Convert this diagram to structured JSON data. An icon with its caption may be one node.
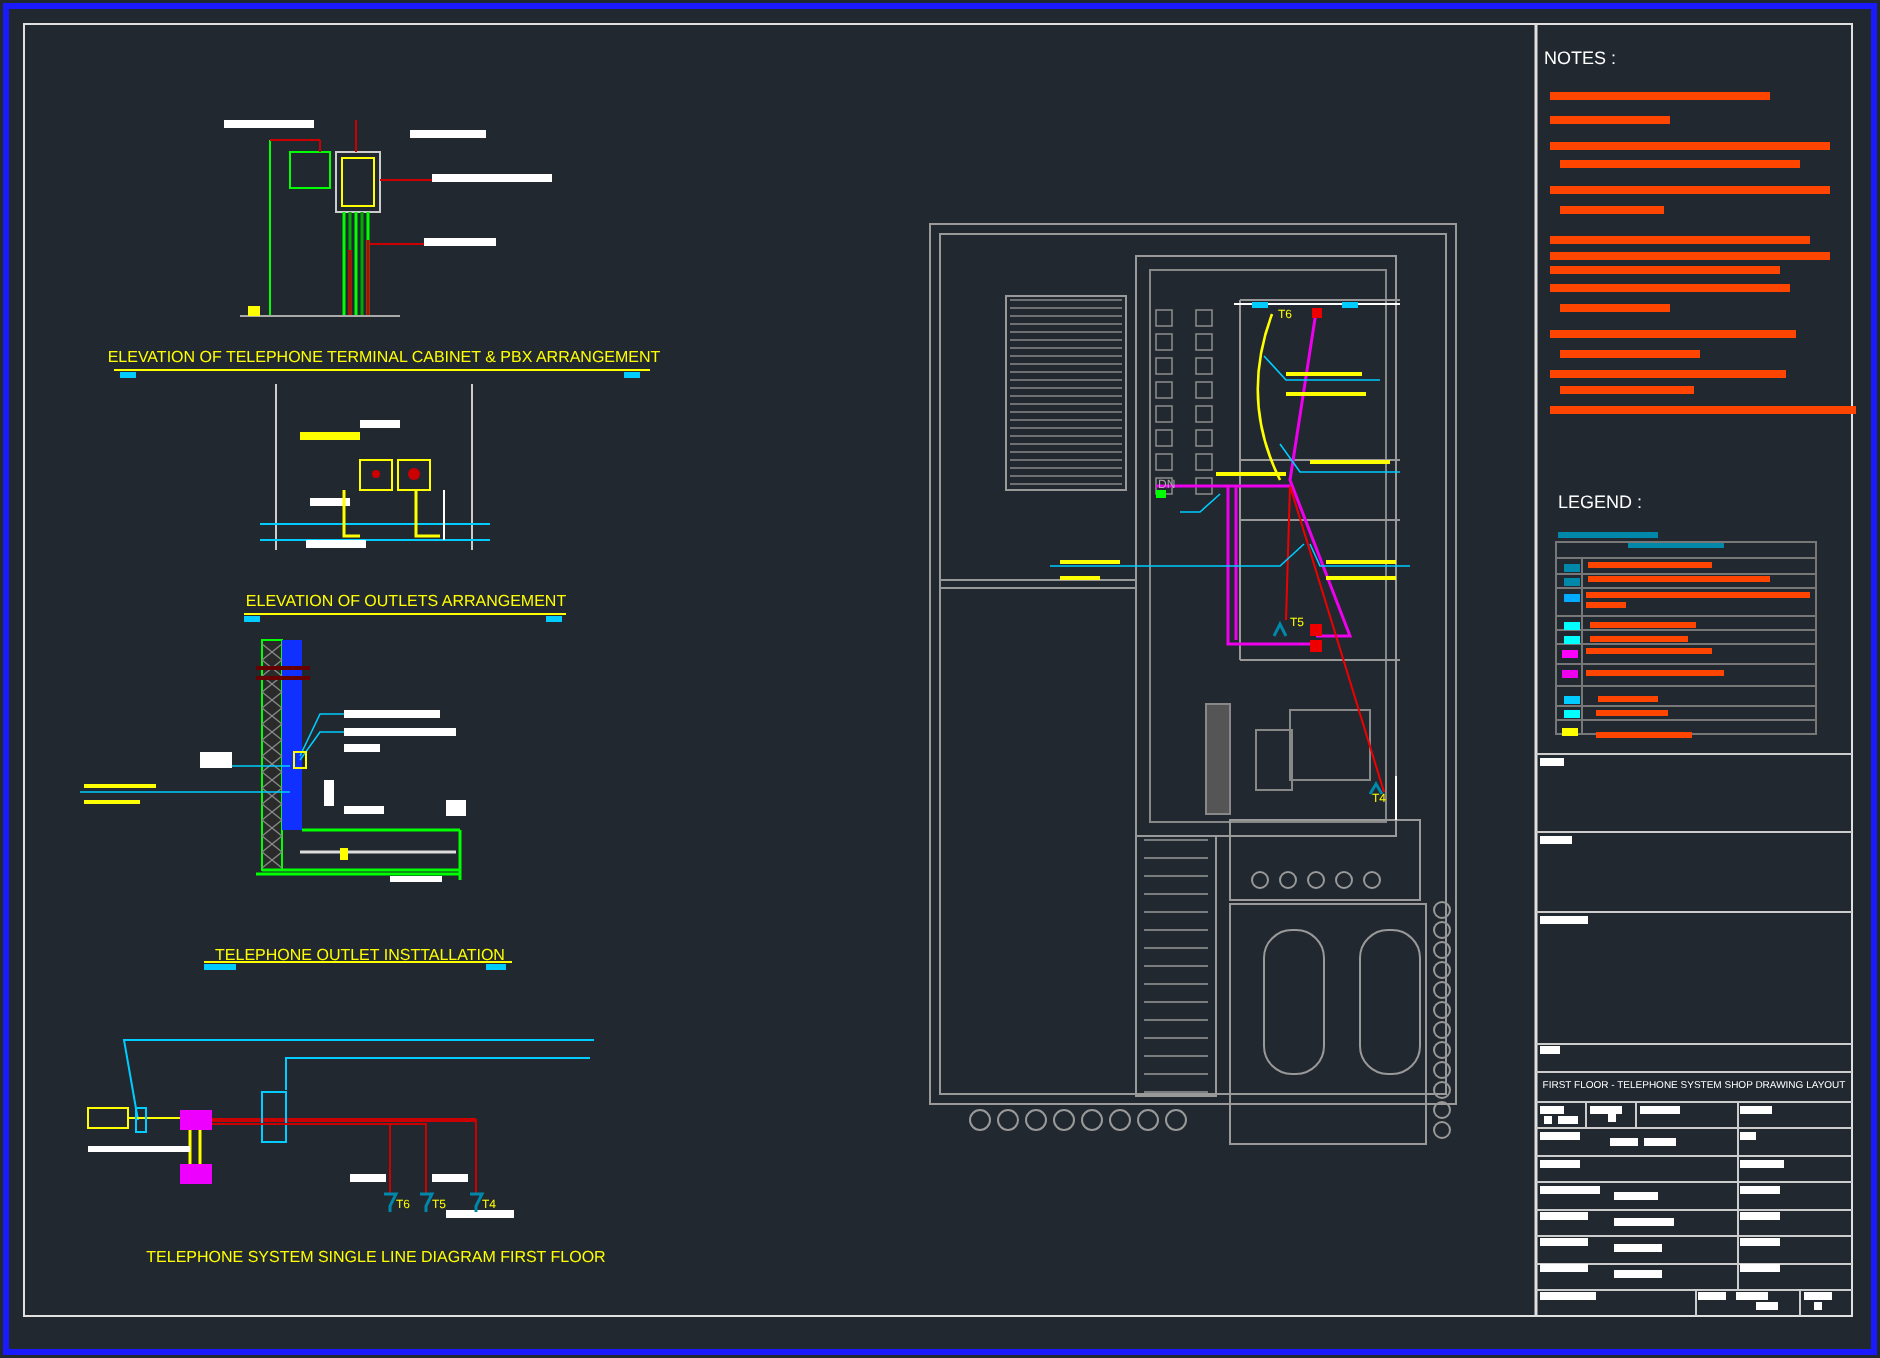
{
  "diagram": {
    "labels": [
      "ELEVATION OF TELEPHONE TERMINAL CABINET & PBX ARRANGEMENT",
      "ELEVATION OF OUTLETS ARRANGEMENT",
      "TELEPHONE OUTLET INSTTALLATION",
      "TELEPHONE SYSTEM SINGLE LINE DIAGRAM FIRST FLOOR",
      "T6",
      "T5",
      "T4",
      "DN",
      "T6",
      "T5",
      "T4",
      "NOTES :",
      "LEGEND :",
      "FIRST FLOOR - TELEPHONE SYSTEM SHOP DRAWING LAYOUT"
    ]
  }
}
